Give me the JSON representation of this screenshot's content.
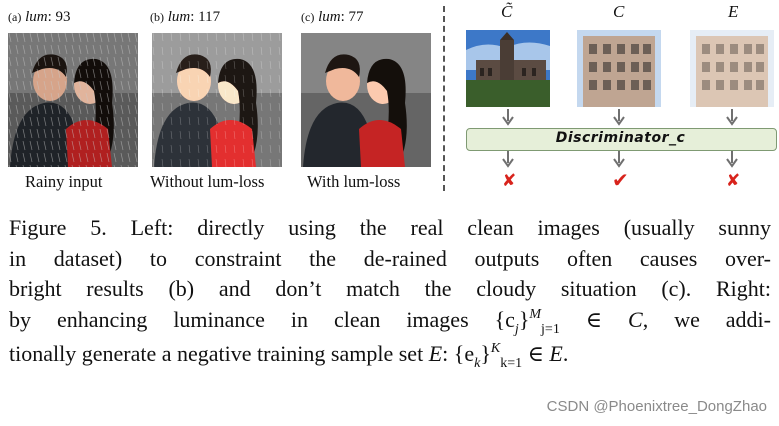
{
  "left": {
    "panels": [
      {
        "tag": "(a)",
        "var": "lum",
        "value": ": 93",
        "caption": "Rainy input"
      },
      {
        "tag": "(b)",
        "var": "lum",
        "value": ": 117",
        "caption": "Without lum-loss"
      },
      {
        "tag": "(c)",
        "var": "lum",
        "value": ": 77",
        "caption": "With lum-loss"
      }
    ]
  },
  "right": {
    "labels": [
      "C̃",
      "C",
      "E"
    ],
    "discriminator": "Discriminator_c",
    "marks": [
      "✘",
      "✔",
      "✘"
    ],
    "arrow_color": "#707070",
    "box_color": "#e6efd9",
    "mark_color": "#d8231c"
  },
  "caption": {
    "line1": "Figure 5. Left: directly using the real clean images (usually sunny",
    "line2": "in dataset) to constraint the de-rained outputs often causes over-",
    "line3": "bright results (b) and don’t match the cloudy situation (c). Right:",
    "line4_a": "by enhancing luminance in clean images",
    "line4_set": "{c",
    "line4_j": "j",
    "line4_close": "}",
    "line4_sup": "M",
    "line4_sub": "j=1",
    "line4_in": " ∈ ",
    "line4_C": "C",
    "line4_b": ", we addi-",
    "line5_a": "tionally generate a negative training sample set",
    "line5_E": "E",
    "line5_colon": ":",
    "line5_set": "{e",
    "line5_k": "k",
    "line5_close": "}",
    "line5_sup": "K",
    "line5_sub": "k=1",
    "line5_in": " ∈ ",
    "line5_E2": "E",
    "line5_end": "."
  },
  "watermark": "CSDN @Phoenixtree_DongZhao"
}
